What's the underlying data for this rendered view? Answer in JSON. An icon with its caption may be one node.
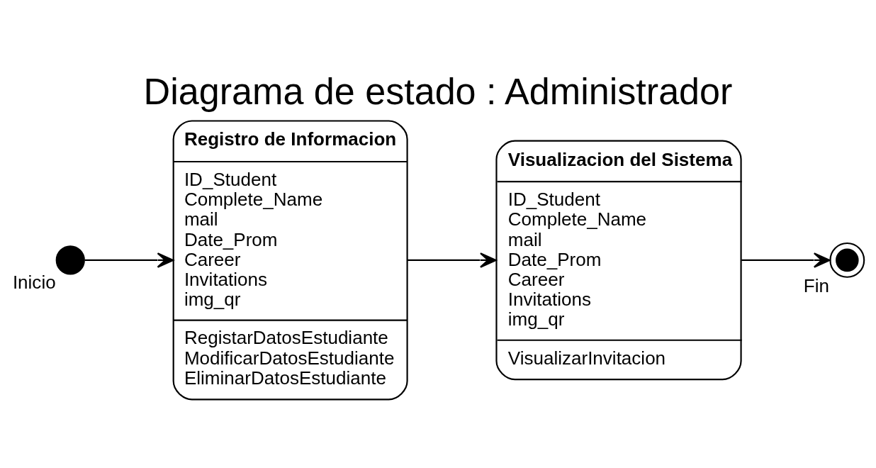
{
  "diagram": {
    "title": "Diagrama de estado : Administrador",
    "nodes": [
      {
        "text": [],
        "shape": "circle",
        "beside": [
          "Inicio"
        ]
      },
      {
        "text": [
          "Registro de Informacion",
          "ID_Student",
          "Complete_Name",
          "mail",
          "Date_Prom",
          "Career",
          "Invitations",
          "img_qr",
          "RegistarDatosEstudiante",
          "ModificarDatosEstudiante",
          "EliminarDatosEstudiante"
        ]
      },
      {
        "text": [
          "Visualizacion del Sistema",
          "ID_Student",
          "Complete_Name",
          "mail",
          "Date_Prom",
          "Career",
          "Invitations",
          "img_qr",
          "VisualizarInvitacion"
        ]
      },
      {
        "text": [],
        "shape": "circle",
        "beside": [
          "Fin"
        ]
      }
    ],
    "edges": [
      {
        "from": 0,
        "to": 1,
        "arrow": "to"
      },
      {
        "from": 1,
        "to": 2,
        "arrow": "to"
      },
      {
        "from": 2,
        "to": 3,
        "arrow": "to"
      }
    ]
  }
}
